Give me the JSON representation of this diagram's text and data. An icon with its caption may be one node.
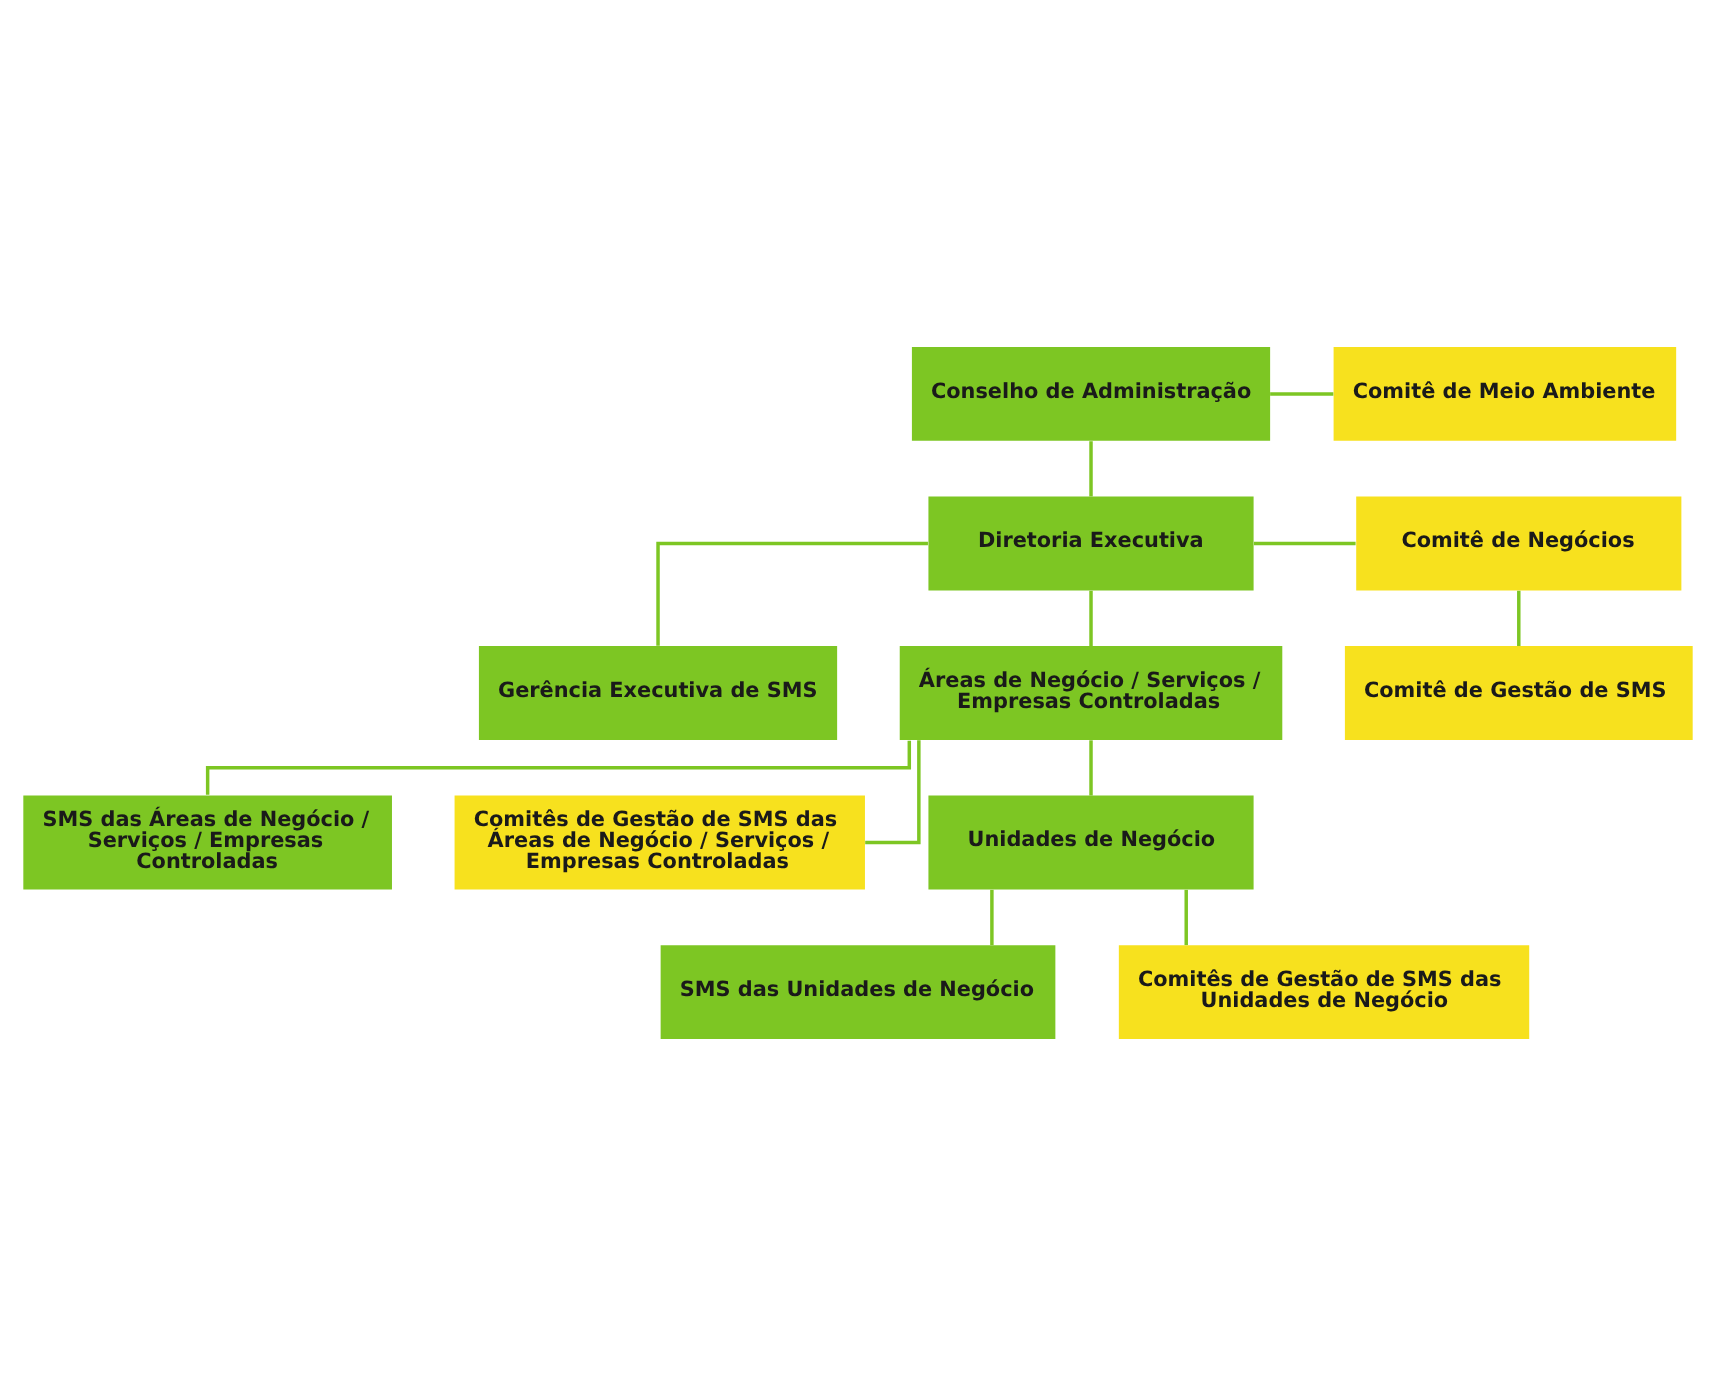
{
  "diagram": {
    "nodes": [
      {
        "text": [
          "Conselho de Administração"
        ]
      },
      {
        "text": [
          "Comitê de Meio Ambiente"
        ]
      },
      {
        "text": [
          "Diretoria Executiva"
        ]
      },
      {
        "text": [
          "Comitê de Negócios"
        ]
      },
      {
        "text": [
          "Comitê de Gestão de SMS"
        ]
      },
      {
        "text": [
          "Gerência Executiva de SMS"
        ]
      },
      {
        "text": [
          "Áreas de Negócio / Serviços / Empresas Controladas"
        ]
      },
      {
        "text": [
          "SMS das Áreas de Negócio / Serviços / Empresas Controladas"
        ]
      },
      {
        "text": [
          "Comitês de Gestão de SMS das Áreas de Negócio / Serviços / Empresas Controladas"
        ]
      },
      {
        "text": [
          "Unidades de Negócio"
        ]
      },
      {
        "text": [
          "SMS das Unidades de Negócio"
        ]
      },
      {
        "text": [
          "Comitês de Gestão de SMS das Unidades de Negócio"
        ]
      }
    ],
    "edges": [
      {
        "from": 0,
        "to": 1,
        "arrow": "none"
      },
      {
        "from": 0,
        "to": 2,
        "arrow": "none"
      },
      {
        "from": 2,
        "to": 3,
        "arrow": "none"
      },
      {
        "from": 3,
        "to": 4,
        "arrow": "none"
      },
      {
        "from": 2,
        "to": 5,
        "arrow": "none"
      },
      {
        "from": 2,
        "to": 6,
        "arrow": "none"
      },
      {
        "from": 6,
        "to": 7,
        "arrow": "none"
      },
      {
        "from": 6,
        "to": 8,
        "arrow": "none"
      },
      {
        "from": 6,
        "to": 9,
        "arrow": "none"
      },
      {
        "from": 9,
        "to": 10,
        "arrow": "none"
      },
      {
        "from": 9,
        "to": 11,
        "arrow": "none"
      }
    ]
  }
}
